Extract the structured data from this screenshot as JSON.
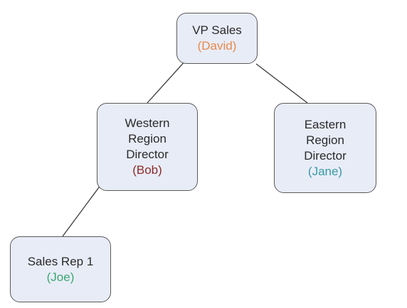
{
  "org_chart": {
    "nodes": [
      {
        "id": "vp",
        "title_lines": [
          "VP Sales"
        ],
        "person": "(David)",
        "person_color": "#e8894a"
      },
      {
        "id": "west",
        "title_lines": [
          "Western",
          "Region",
          "Director"
        ],
        "person": "(Bob)",
        "person_color": "#8b2a2a"
      },
      {
        "id": "east",
        "title_lines": [
          "Eastern",
          "Region",
          "Director"
        ],
        "person": "(Jane)",
        "person_color": "#3a9aa8"
      },
      {
        "id": "rep",
        "title_lines": [
          "Sales Rep 1"
        ],
        "person": "(Joe)",
        "person_color": "#3aa870"
      }
    ],
    "edges": [
      {
        "from": "vp",
        "to": "west"
      },
      {
        "from": "vp",
        "to": "east"
      },
      {
        "from": "west",
        "to": "rep"
      }
    ],
    "colors": {
      "node_fill": "#e8ecf7",
      "node_border": "#5a5a5a",
      "connector": "#3a3a3a",
      "text": "#2a2a2a"
    }
  }
}
